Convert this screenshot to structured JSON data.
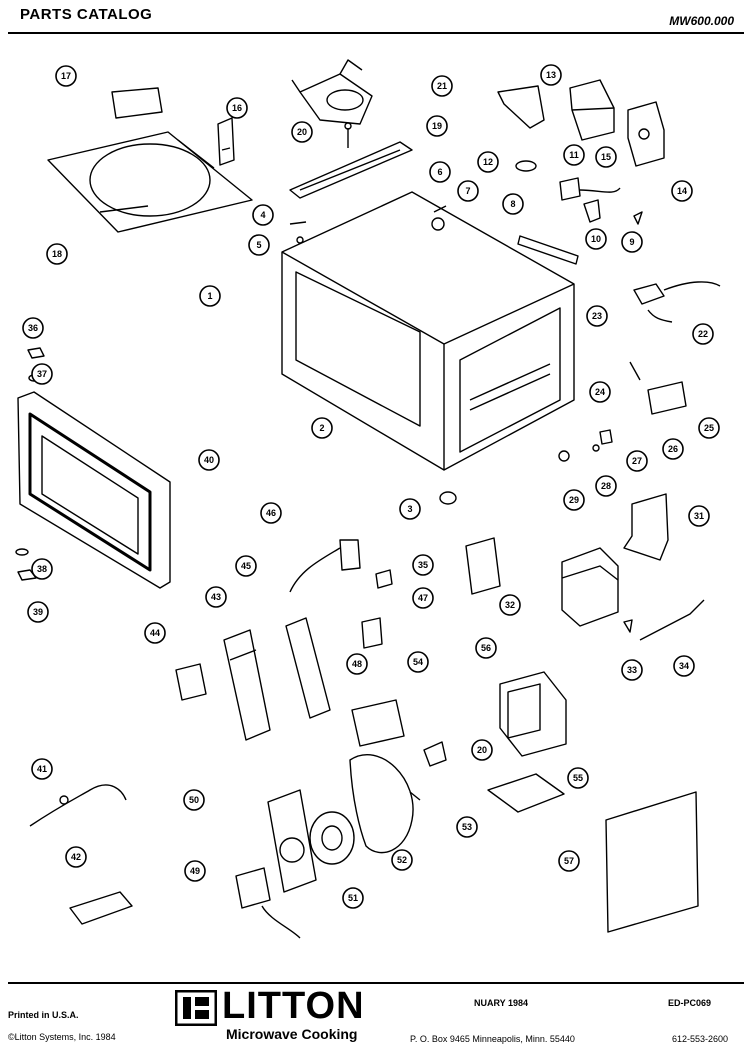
{
  "header": {
    "title": "PARTS   CATALOG",
    "model": "MW600.000"
  },
  "callouts": [
    {
      "n": "17"
    },
    {
      "n": "16"
    },
    {
      "n": "18"
    },
    {
      "n": "21"
    },
    {
      "n": "20"
    },
    {
      "n": "19"
    },
    {
      "n": "13"
    },
    {
      "n": "15"
    },
    {
      "n": "14"
    },
    {
      "n": "12"
    },
    {
      "n": "11"
    },
    {
      "n": "10"
    },
    {
      "n": "9"
    },
    {
      "n": "8"
    },
    {
      "n": "7"
    },
    {
      "n": "6"
    },
    {
      "n": "4"
    },
    {
      "n": "5"
    },
    {
      "n": "1"
    },
    {
      "n": "2"
    },
    {
      "n": "3"
    },
    {
      "n": "23"
    },
    {
      "n": "22"
    },
    {
      "n": "24"
    },
    {
      "n": "25"
    },
    {
      "n": "26"
    },
    {
      "n": "27"
    },
    {
      "n": "28"
    },
    {
      "n": "29"
    },
    {
      "n": "36"
    },
    {
      "n": "37"
    },
    {
      "n": "40"
    },
    {
      "n": "38"
    },
    {
      "n": "39"
    },
    {
      "n": "46"
    },
    {
      "n": "45"
    },
    {
      "n": "35"
    },
    {
      "n": "47"
    },
    {
      "n": "31"
    },
    {
      "n": "32"
    },
    {
      "n": "43"
    },
    {
      "n": "44"
    },
    {
      "n": "48"
    },
    {
      "n": "54"
    },
    {
      "n": "56"
    },
    {
      "n": "33"
    },
    {
      "n": "34"
    },
    {
      "n": "41"
    },
    {
      "n": "50"
    },
    {
      "n": "20"
    },
    {
      "n": "53"
    },
    {
      "n": "55"
    },
    {
      "n": "52"
    },
    {
      "n": "49"
    },
    {
      "n": "51"
    },
    {
      "n": "57"
    },
    {
      "n": "42"
    }
  ],
  "footer": {
    "printed": "Printed in U.S.A.",
    "copyright": "©Litton Systems, Inc. 1984",
    "brand": "LITTON",
    "sub": "Microwave Cooking",
    "date": "NUARY 1984",
    "doc": "ED-PC069",
    "address": "P. O. Box 9465  Minneapolis, Minn. 55440",
    "phone": "612-553-2600"
  }
}
